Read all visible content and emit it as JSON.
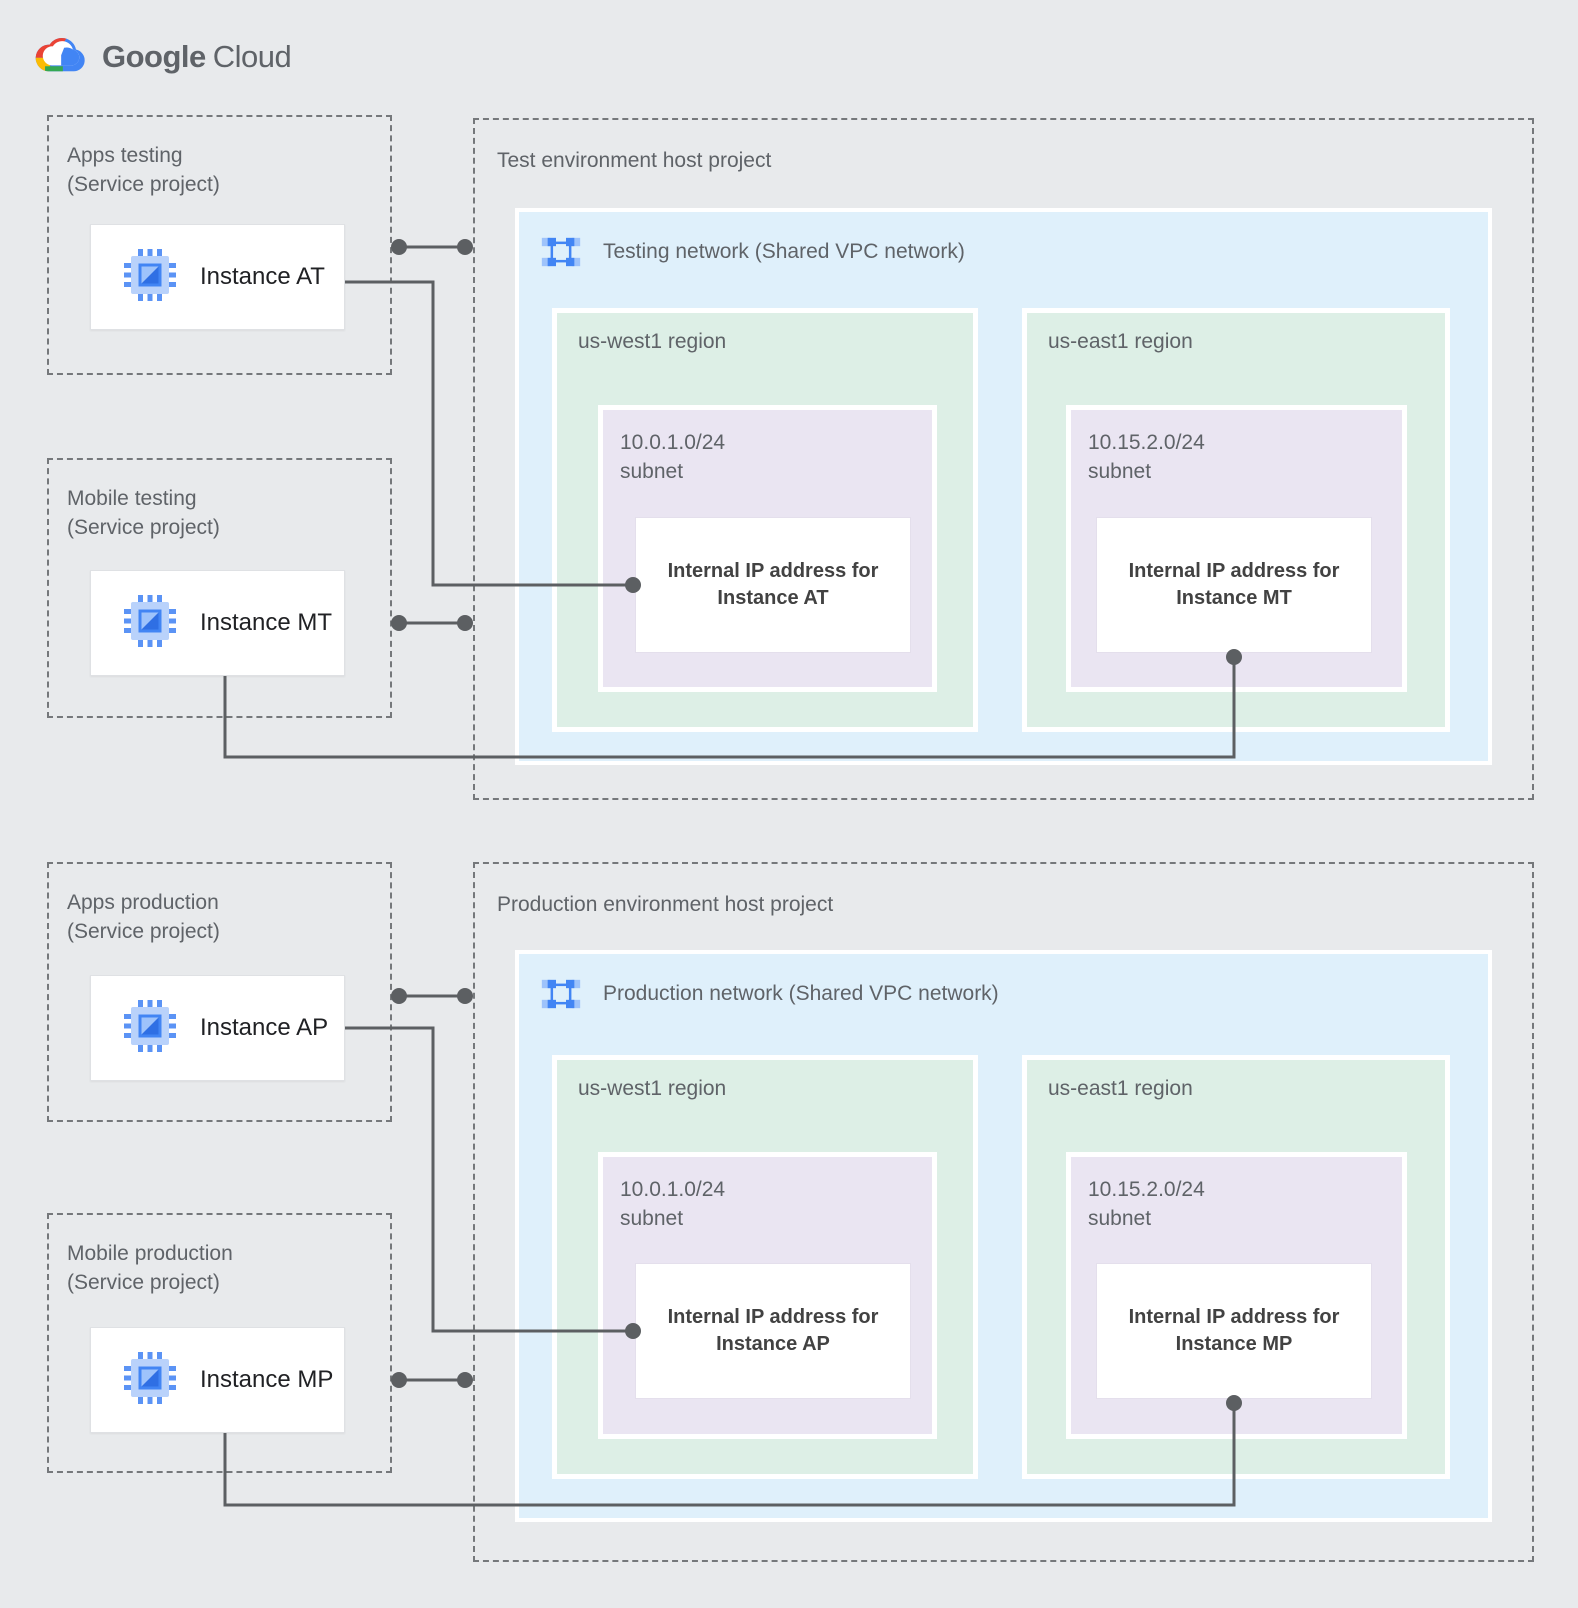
{
  "logo": {
    "brand": "Google",
    "product": "Cloud",
    "icon": "google-cloud-logo"
  },
  "icons": {
    "instance_icon": "compute-engine-chip-icon",
    "network_icon": "vpc-network-icon"
  },
  "colors": {
    "background": "#e8eaec",
    "network_fill": "#dff0fb",
    "region_fill": "#ddefe6",
    "subnet_fill": "#eae5f2",
    "dashed_border": "#75787b",
    "connector": "#5c5f62",
    "label_gray": "#5f6368",
    "instance_text": "#202124",
    "ip_text": "#424242",
    "gcp_blue": "#4285f4",
    "gcp_blue_light": "#9ec3fb",
    "gcp_blue_dark": "#2f6fe4",
    "gcp_red": "#ea4335",
    "gcp_yellow": "#fbbc04",
    "gcp_green": "#34a853"
  },
  "service_projects": [
    {
      "name": "Apps testing",
      "type": "(Service project)",
      "instance": "Instance AT"
    },
    {
      "name": "Mobile testing",
      "type": "(Service project)",
      "instance": "Instance MT"
    },
    {
      "name": "Apps production",
      "type": "(Service project)",
      "instance": "Instance AP"
    },
    {
      "name": "Mobile production",
      "type": "(Service project)",
      "instance": "Instance MP"
    }
  ],
  "host_projects": [
    {
      "title": "Test environment host project",
      "network_label": "Testing network (Shared VPC network)",
      "regions": [
        {
          "name": "us-west1 region",
          "subnet_cidr": "10.0.1.0/24",
          "subnet_word": "subnet",
          "ip_line1": "Internal IP address for",
          "ip_line2": "Instance AT"
        },
        {
          "name": "us-east1 region",
          "subnet_cidr": "10.15.2.0/24",
          "subnet_word": "subnet",
          "ip_line1": "Internal IP address for",
          "ip_line2": "Instance MT"
        }
      ]
    },
    {
      "title": "Production environment host project",
      "network_label": "Production network (Shared VPC network)",
      "regions": [
        {
          "name": "us-west1 region",
          "subnet_cidr": "10.0.1.0/24",
          "subnet_word": "subnet",
          "ip_line1": "Internal IP address for",
          "ip_line2": "Instance AP"
        },
        {
          "name": "us-east1 region",
          "subnet_cidr": "10.15.2.0/24",
          "subnet_word": "subnet",
          "ip_line1": "Internal IP address for",
          "ip_line2": "Instance MP"
        }
      ]
    }
  ]
}
